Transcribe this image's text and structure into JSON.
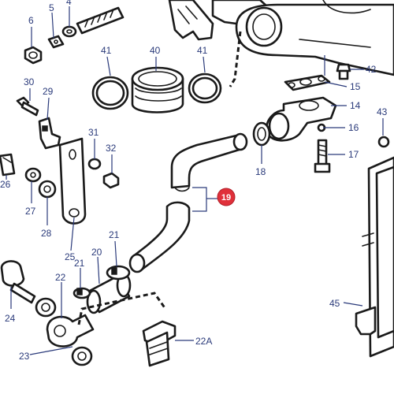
{
  "colors": {
    "label": "#2a3a7a",
    "line": "#1a1a1a",
    "highlight": "#e0303a"
  },
  "callouts": {
    "c6": "6",
    "c5": "5",
    "c4": "4",
    "c41a": "41",
    "c40": "40",
    "c41b": "41",
    "c42": "42",
    "c15": "15",
    "c14": "14",
    "c16": "16",
    "c17": "17",
    "c43": "43",
    "c30": "30",
    "c29": "29",
    "c31": "31",
    "c32": "32",
    "c18": "18",
    "c19": "19",
    "c26": "26",
    "c27": "27",
    "c28": "28",
    "c25": "25",
    "c21a": "21",
    "c20": "20",
    "c21b": "21",
    "c22": "22",
    "c24": "24",
    "c23": "23",
    "c22A": "22A",
    "c45": "45"
  },
  "highlighted_part": "19"
}
